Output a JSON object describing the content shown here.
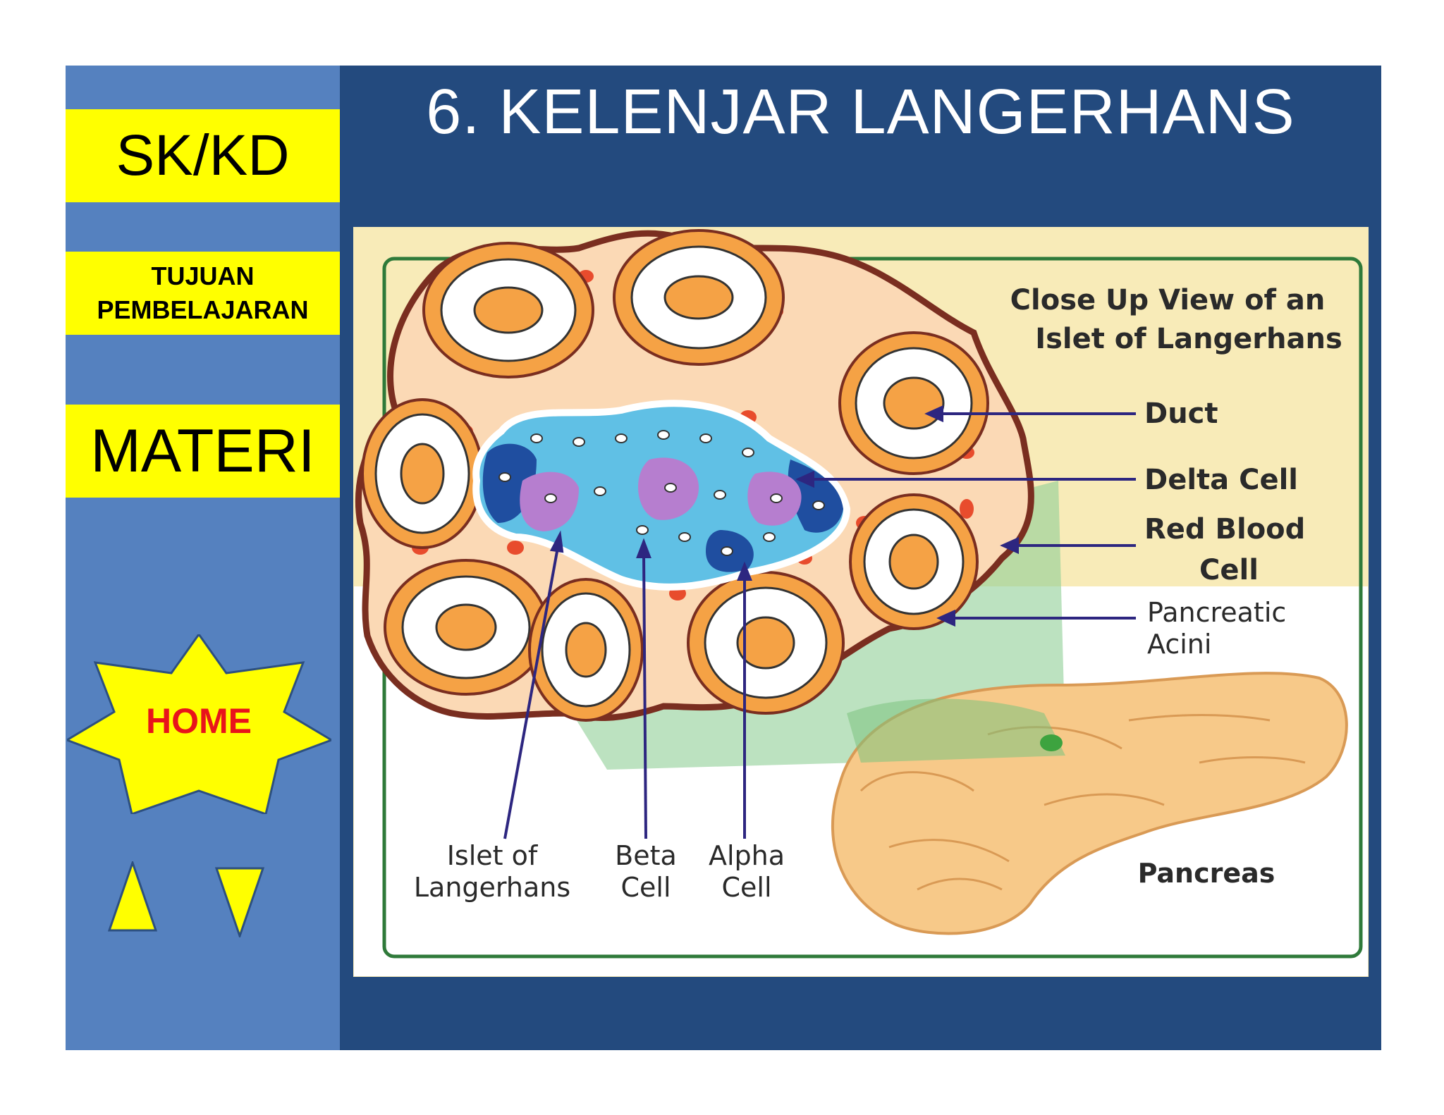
{
  "slide": {
    "title": "6. KELENJAR LANGERHANS",
    "colors": {
      "main_bg": "#234a7e",
      "sidebar_bg": "#5581bf",
      "button_bg": "#ffff00",
      "home_text": "#e8141b"
    }
  },
  "sidebar": {
    "skkd_label": "SK/KD",
    "tujuan_line1": "TUJUAN",
    "tujuan_line2": "PEMBELAJARAN",
    "materi_label": "MATERI",
    "home_label": "HOME",
    "prev_icon": "triangle-up-icon",
    "next_icon": "triangle-down-icon"
  },
  "diagram": {
    "heading_line1": "Close Up View of an",
    "heading_line2": "Islet of Langerhans",
    "labels": {
      "duct": "Duct",
      "delta_cell": "Delta Cell",
      "red_blood_1": "Red Blood",
      "red_blood_2": "Cell",
      "acini_1": "Pancreatic",
      "acini_2": "Acini",
      "islet_1": "Islet of",
      "islet_2": "Langerhans",
      "beta_1": "Beta",
      "beta_2": "Cell",
      "alpha_1": "Alpha",
      "alpha_2": "Cell",
      "pancreas": "Pancreas"
    }
  }
}
